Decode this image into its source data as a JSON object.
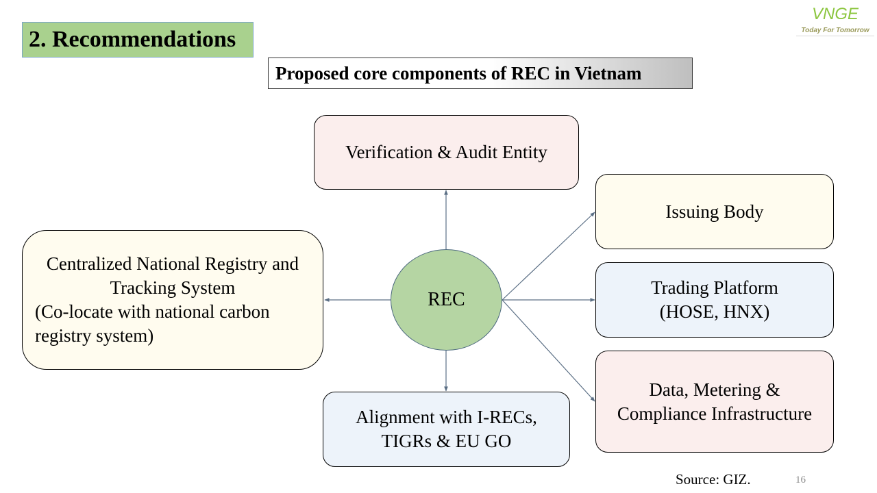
{
  "header": {
    "section_title": "2. Recommendations",
    "diagram_title": "Proposed core components of REC in Vietnam"
  },
  "logo": {
    "mark": "VNGE",
    "tagline": "Today For Tomorrow"
  },
  "diagram": {
    "center": "REC",
    "nodes": {
      "verification": "Verification & Audit Entity",
      "issuing": "Issuing Body",
      "trading": [
        "Trading Platform",
        "(HOSE, HNX)"
      ],
      "data": [
        "Data, Metering &",
        "Compliance Infrastructure"
      ],
      "alignment": [
        "Alignment with I-RECs,",
        "TIGRs & EU GO"
      ],
      "registry": [
        "Centralized National Registry and",
        "Tracking System",
        "(Co-locate with national carbon",
        "registry system)"
      ]
    }
  },
  "footer": {
    "source": "Source: GIZ.",
    "page_number": "16"
  },
  "colors": {
    "section_title_bg": "#a9d18e",
    "center_fill": "#b5d5a3",
    "pink_box": "#fbeeed",
    "cream_box": "#fffcef",
    "blue_box": "#edf3fa",
    "connector": "#5a6e84",
    "logo_green": "#8cc63f"
  }
}
